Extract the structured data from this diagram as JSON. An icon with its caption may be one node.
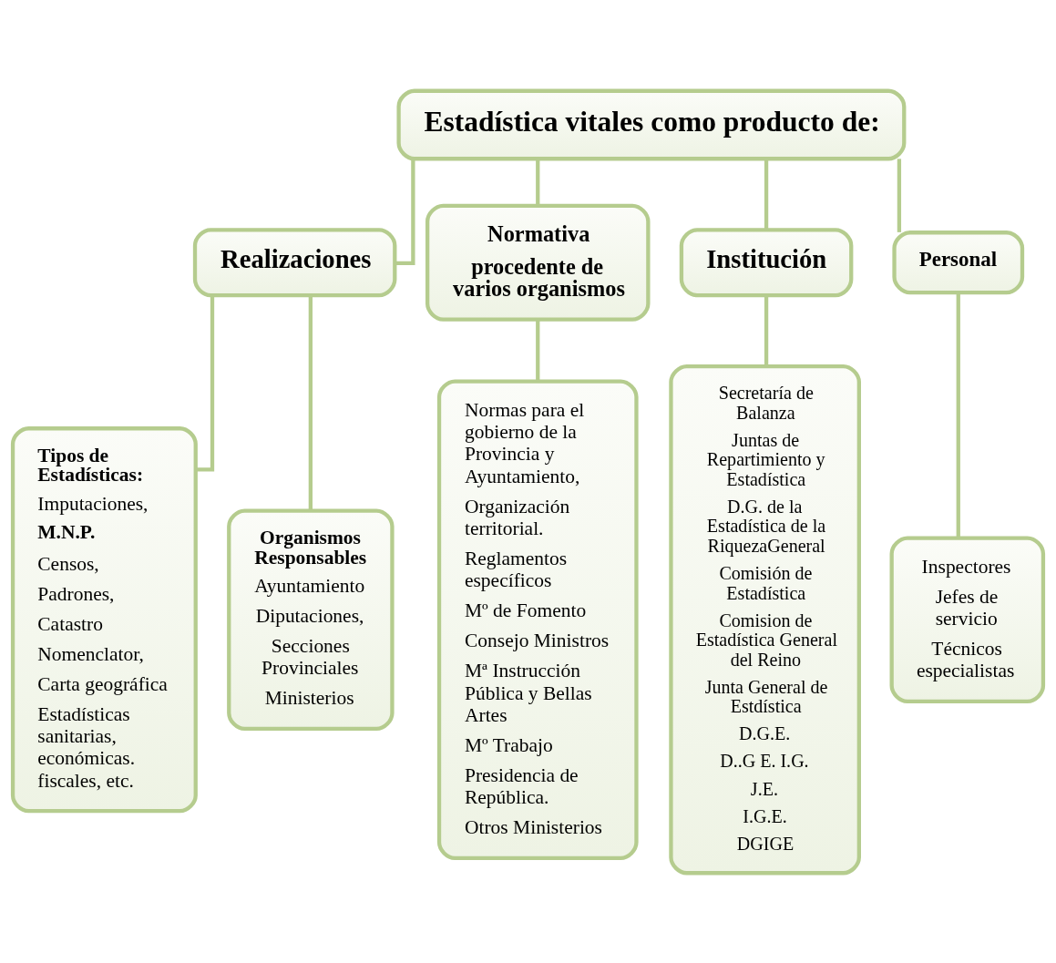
{
  "diagram": {
    "nodes": [
      {
        "text": [
          "Estadística vitales como producto de:"
        ]
      },
      {
        "text": [
          "Realizaciones"
        ]
      },
      {
        "text": [
          "Normativa",
          "procedente de varios organismos"
        ]
      },
      {
        "text": [
          "Institución"
        ]
      },
      {
        "text": [
          "Personal"
        ]
      },
      {
        "text": [
          "Tipos de Estadísticas:",
          "Imputaciones,",
          "M.N.P.",
          "Censos,",
          "Padrones,",
          "Catastro",
          "Nomenclator,",
          "Carta geográfica",
          "Estadísticas sanitarias, económicas. fiscales, etc."
        ]
      },
      {
        "text": [
          "Organismos Responsables",
          "Ayuntamiento",
          "Diputaciones,",
          "Secciones Provinciales",
          "Ministerios"
        ]
      },
      {
        "text": [
          "Normas para el gobierno de la Provincia y Ayuntamiento,",
          "Organización territorial.",
          "Reglamentos específicos",
          "Mº de Fomento",
          "Consejo Ministros",
          "Mª Instrucción Pública y Bellas Artes",
          "Mº Trabajo",
          "Presidencia de República.",
          "Otros Ministerios"
        ]
      },
      {
        "text": [
          "Secretaría de Balanza",
          "Juntas de Repartimiento y Estadística",
          "D.G. de la Estadística de la RiquezaGeneral",
          "Comisión de Estadística",
          "Comision de Estadística General del Reino",
          "Junta General de Estdística",
          "D.G.E.",
          "D..G E. I.G.",
          "J.E.",
          "I.G.E.",
          "DGIGE"
        ]
      },
      {
        "text": [
          "Inspectores",
          "Jefes de servicio",
          "Técnicos especialistas"
        ]
      }
    ],
    "edges": [
      {
        "from": 0,
        "to": 1,
        "arrow": "none"
      },
      {
        "from": 0,
        "to": 2,
        "arrow": "none"
      },
      {
        "from": 0,
        "to": 3,
        "arrow": "none"
      },
      {
        "from": 0,
        "to": 4,
        "arrow": "none"
      },
      {
        "from": 1,
        "to": 5,
        "arrow": "none"
      },
      {
        "from": 1,
        "to": 6,
        "arrow": "none"
      },
      {
        "from": 2,
        "to": 7,
        "arrow": "none"
      },
      {
        "from": 3,
        "to": 8,
        "arrow": "none"
      },
      {
        "from": 4,
        "to": 9,
        "arrow": "none"
      }
    ]
  }
}
